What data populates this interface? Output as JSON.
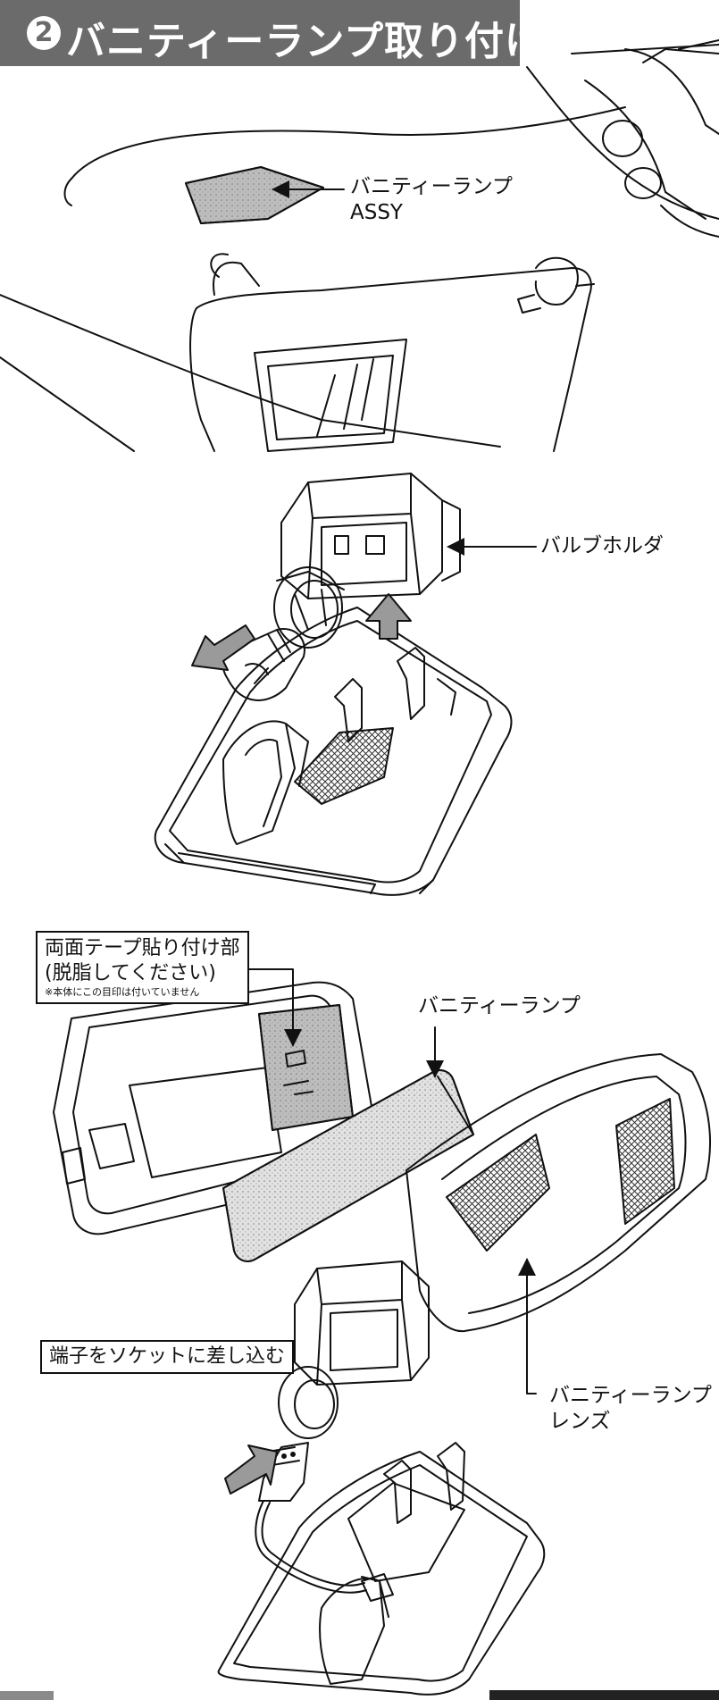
{
  "header": {
    "step_number": "2",
    "title": "バニティーランプ取り付け"
  },
  "labels": {
    "vanity_assy_line1": "バニティーランプ",
    "vanity_assy_line2": "ASSY",
    "bulb_holder": "バルブホルダ",
    "tape_line1": "両面テープ貼り付け部",
    "tape_line2": "(脱脂してください)",
    "tape_note": "※本体にこの目印は付いていません",
    "vanity_lamp": "バニティーランプ",
    "terminal_socket": "端子をソケットに差し込む",
    "lens_line1": "バニティーランプ",
    "lens_line2": "レンズ"
  }
}
